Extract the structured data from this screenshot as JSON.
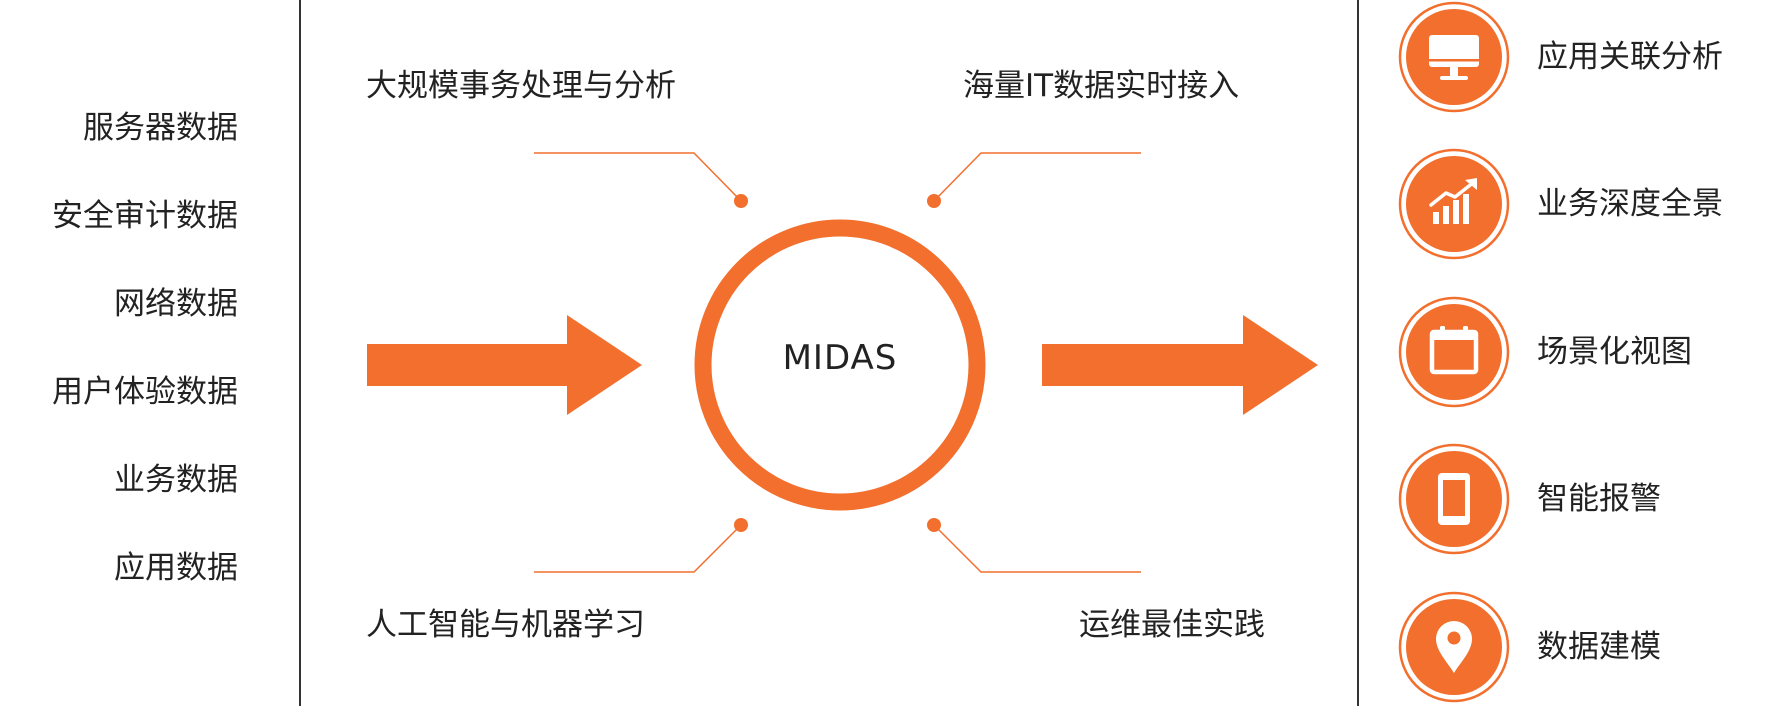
{
  "colors": {
    "accent": "#F26F2E",
    "text": "#222222",
    "divider": "#333333"
  },
  "sources": [
    "服务器数据",
    "安全审计数据",
    "网络数据",
    "用户体验数据",
    "业务数据",
    "应用数据"
  ],
  "center": {
    "title": "MIDAS",
    "features": {
      "top_left": "大规模事务处理与分析",
      "top_right": "海量IT数据实时接入",
      "bottom_left": "人工智能与机器学习",
      "bottom_right": "运维最佳实践"
    }
  },
  "outputs": [
    {
      "label": "应用关联分析",
      "icon": "monitor-icon"
    },
    {
      "label": "业务深度全景",
      "icon": "growth-chart-icon"
    },
    {
      "label": "场景化视图",
      "icon": "calendar-icon"
    },
    {
      "label": "智能报警",
      "icon": "phone-icon"
    },
    {
      "label": "数据建模",
      "icon": "location-pin-icon"
    }
  ]
}
